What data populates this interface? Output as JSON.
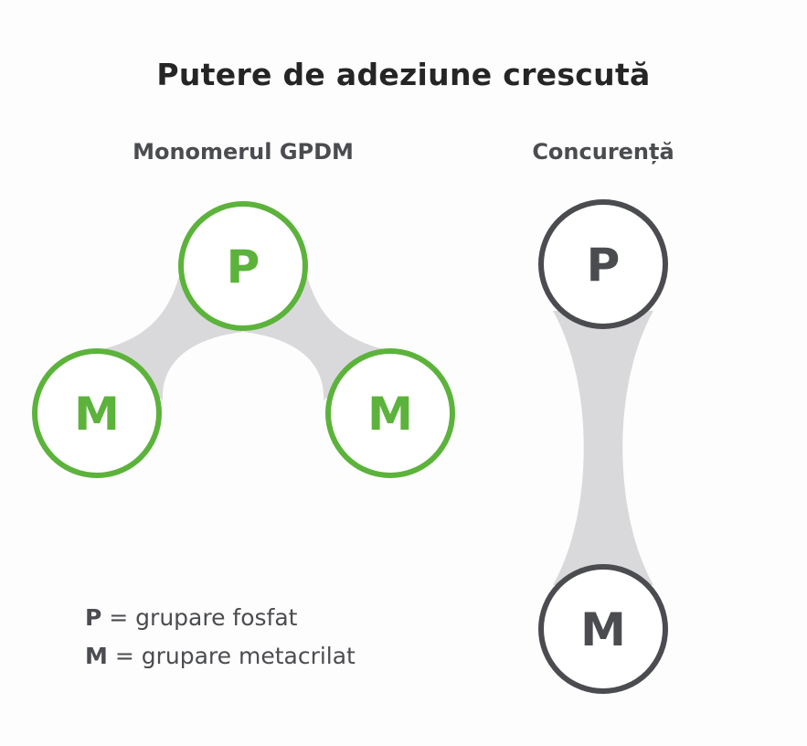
{
  "title": "Putere de adeziune crescută",
  "left_diagram": {
    "heading": "Monomerul GPDM",
    "top_node": "P",
    "left_node": "M",
    "right_node": "M",
    "accent_color": "#5cb33b"
  },
  "right_diagram": {
    "heading": "Concurență",
    "top_node": "P",
    "bottom_node": "M",
    "accent_color": "#4b4c50"
  },
  "connector_color": "#d9d9db",
  "legend": [
    {
      "symbol": "P",
      "text": " = grupare fosfat"
    },
    {
      "symbol": "M",
      "text": " = grupare metacrilat"
    }
  ]
}
